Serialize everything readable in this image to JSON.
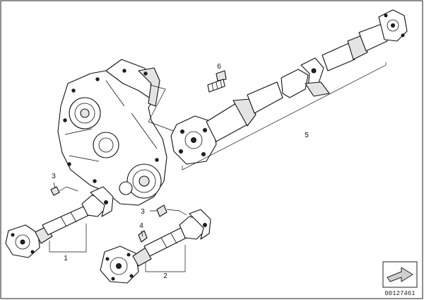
{
  "diagram": {
    "callouts": [
      {
        "id": "1",
        "label": "1"
      },
      {
        "id": "2",
        "label": "2"
      },
      {
        "id": "3a",
        "label": "3"
      },
      {
        "id": "3b",
        "label": "3"
      },
      {
        "id": "4",
        "label": "4"
      },
      {
        "id": "5",
        "label": "5"
      },
      {
        "id": "6",
        "label": "6"
      }
    ],
    "document_number": "00127461"
  }
}
